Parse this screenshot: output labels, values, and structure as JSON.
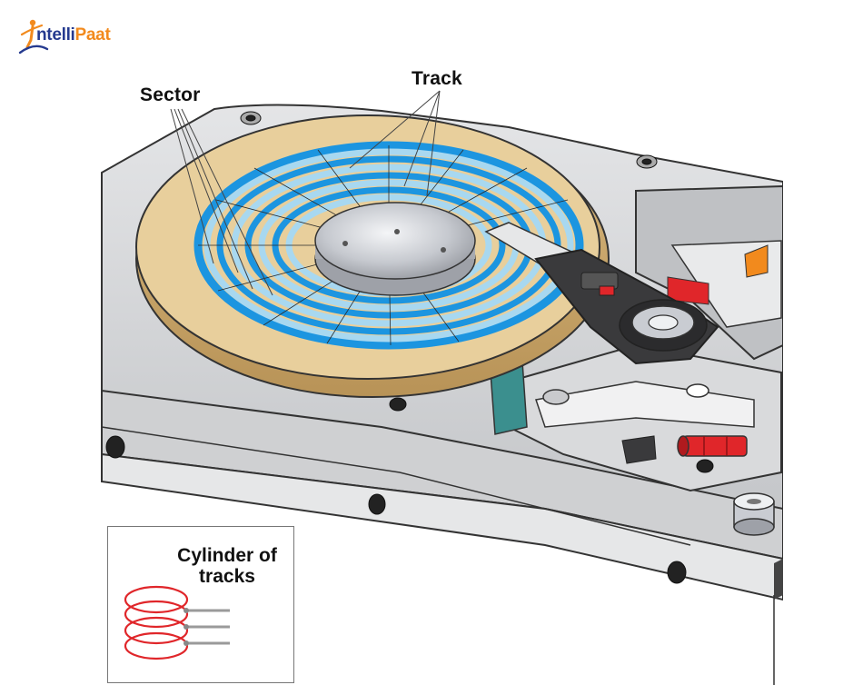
{
  "brand": {
    "logo_text_part1": "ntelli",
    "logo_text_part2": "Paat",
    "logo_text_full": "IntelliPaat",
    "colors": {
      "blue": "#253a8f",
      "orange": "#f28a1d"
    }
  },
  "diagram": {
    "labels": {
      "sector": "Sector",
      "track": "Track"
    },
    "inset": {
      "title_line1": "Cylinder of",
      "title_line2": "tracks"
    },
    "colors": {
      "platter": "#e8cf9c",
      "track_blue": "#1c95e0",
      "track_light": "#a8d8f0",
      "spindle": "#c9ccd2",
      "chassis": "#d5d6d8",
      "arm": "#3a3a3c",
      "accent_red": "#e0262a",
      "accent_orange": "#f28a1d",
      "accent_teal": "#3b8f8e",
      "cylinder_red": "#e0262a"
    }
  }
}
